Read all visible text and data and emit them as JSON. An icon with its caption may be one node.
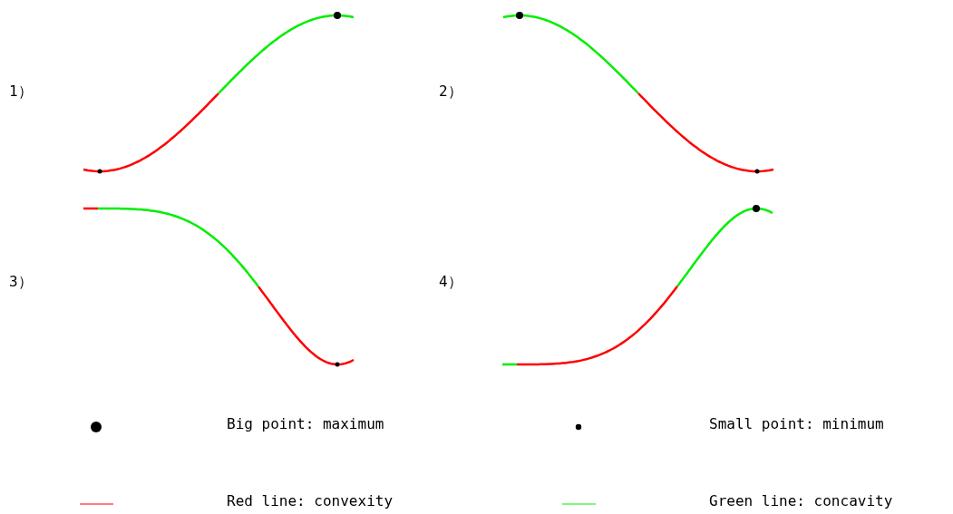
{
  "diagram": {
    "labels": [
      "1）",
      "2）",
      "3）",
      "4）"
    ],
    "legend": [
      {
        "text": "Big point: maximum"
      },
      {
        "text": "Small point: minimum"
      },
      {
        "text": "Red line: convexity"
      },
      {
        "text": "Green line: concavity"
      }
    ]
  }
}
